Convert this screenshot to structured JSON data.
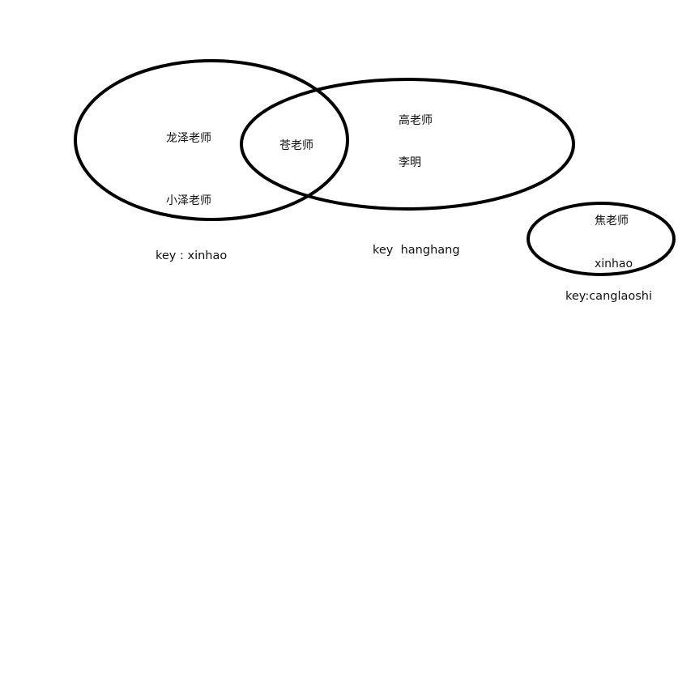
{
  "sets": [
    {
      "id": "set-xinhao",
      "key_label": "key : xinhao",
      "members": [
        "龙泽老师",
        "小泽老师"
      ]
    },
    {
      "id": "set-hanghang",
      "key_label": "key  hanghang",
      "members": [
        "高老师",
        "李明"
      ]
    },
    {
      "id": "set-canglaoshi",
      "key_label": "key:canglaoshi",
      "members": [
        "焦老师",
        "xinhao"
      ]
    }
  ],
  "intersection": {
    "between": [
      "set-xinhao",
      "set-hanghang"
    ],
    "members": [
      "苍老师"
    ]
  },
  "colors": {
    "stroke": "#000000",
    "text": "#111111",
    "background": "#ffffff"
  }
}
